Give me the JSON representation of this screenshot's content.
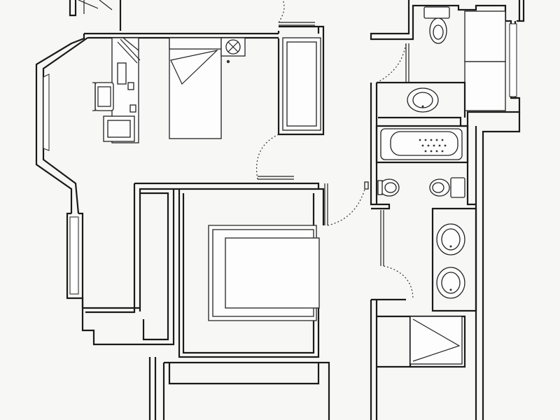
{
  "diagram": {
    "type": "floor-plan",
    "colors": {
      "background": "#f7f7f5",
      "line": "#1a1a1a",
      "fill": "#ffffff"
    },
    "rooms": [
      {
        "id": "bedroom-1",
        "furniture": [
          "bed",
          "desk",
          "desk-chair",
          "nightstand",
          "wardrobe",
          "window-bay"
        ]
      },
      {
        "id": "bedroom-2",
        "furniture": [
          "bed",
          "closet",
          "window"
        ]
      },
      {
        "id": "hallway",
        "furniture": []
      },
      {
        "id": "bathroom",
        "fixtures": [
          "toilet",
          "washbasin",
          "bathtub",
          "bidet",
          "toilet-2",
          "double-sink",
          "shower"
        ]
      }
    ],
    "icons": [
      "door-swing-icon",
      "window-icon",
      "toilet-icon",
      "sink-icon",
      "bathtub-icon",
      "bidet-icon",
      "shower-icon",
      "bed-icon",
      "chair-icon",
      "lamp-icon"
    ]
  }
}
